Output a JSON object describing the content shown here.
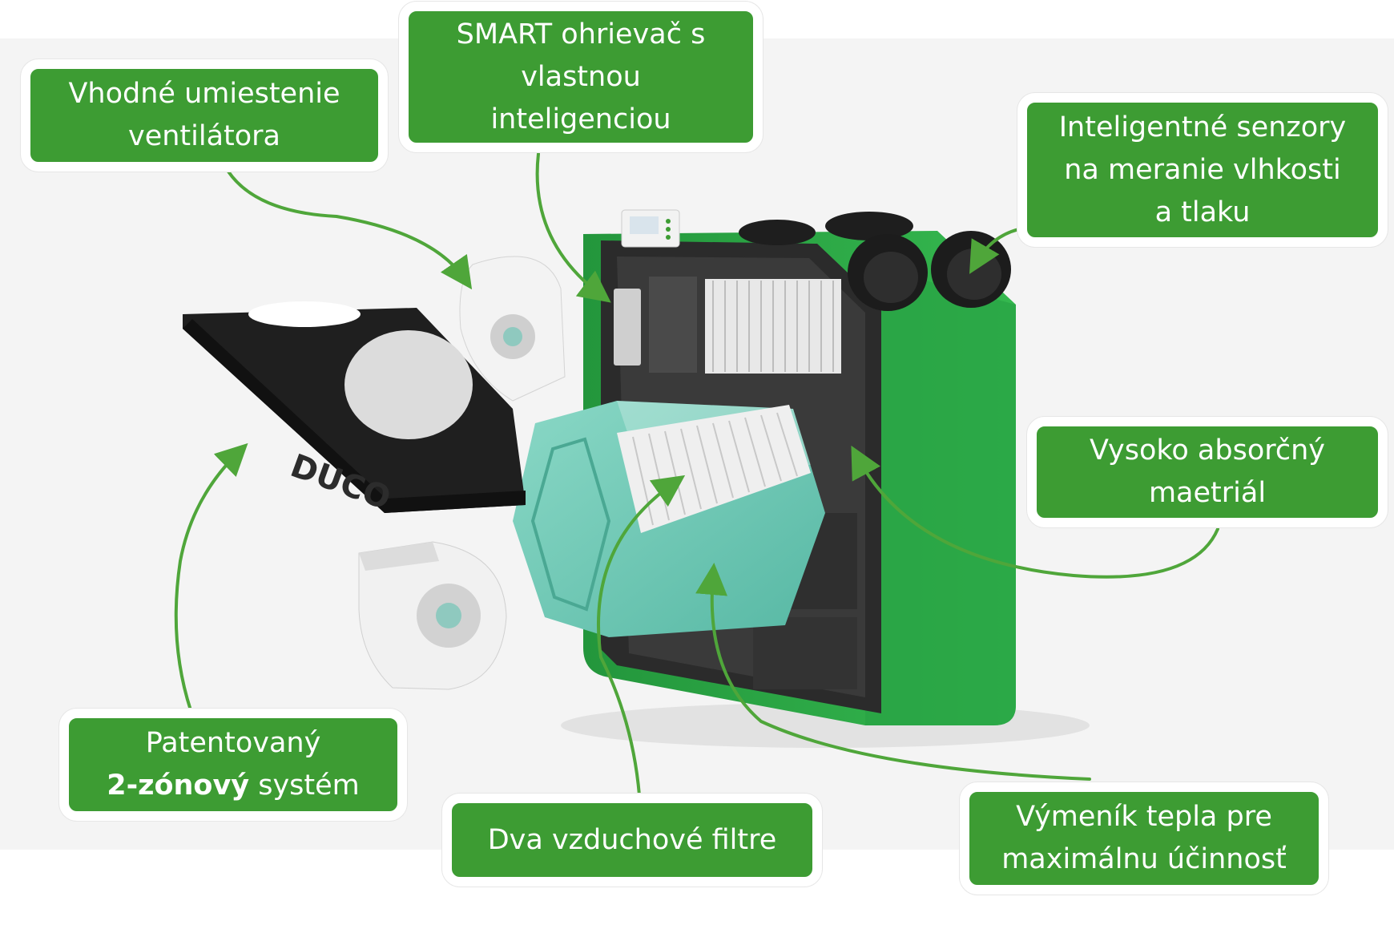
{
  "labels": {
    "fan": {
      "lines": [
        "Vhodné umiestenie",
        "ventilátora"
      ]
    },
    "smart": {
      "lines": [
        "SMART ohrievač s",
        "vlastnou",
        "inteligenciou"
      ]
    },
    "sensor": {
      "lines": [
        "Inteligentné senzory",
        "na meranie vlhkosti",
        "a tlaku"
      ]
    },
    "absorb": {
      "lines": [
        "Vysoko absorčný",
        "maetriál"
      ]
    },
    "patent": {
      "line1": "Patentovaný",
      "bold": "2-zónový",
      "rest": " systém"
    },
    "filter": {
      "lines": [
        "Dva vzduchové filtre"
      ]
    },
    "exchanger": {
      "lines": [
        "Výmeník tepla pre",
        "maximálnu účinnosť"
      ]
    }
  },
  "unit_branding": "DUCO",
  "colors": {
    "label_green": "#3d9c33",
    "unit_green": "#2fa84a",
    "heat_exchanger_teal": "#6cc9b5",
    "arrow_green": "#4fa63a"
  }
}
